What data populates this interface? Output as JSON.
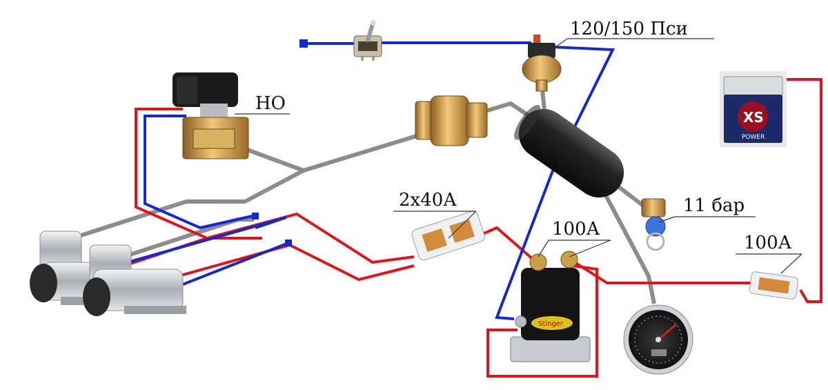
{
  "labels": {
    "pressure_switch": "120/150 Пси",
    "solenoid_valve": "НО",
    "fuse_compressors": "2х40А",
    "safety_valve": "11 бар",
    "relay": "100А",
    "fuse_battery": "100А"
  },
  "battery": {
    "brand": "XS",
    "line": "POWER"
  },
  "relay_brand": "Stinger",
  "colors": {
    "positive_wire": "#e0141e",
    "control_wire": "#1428d2",
    "air_hose": "#8c8c8c",
    "tank": "#1e1e1e",
    "brass": "#c9973c",
    "chrome": "#c8ccd2"
  }
}
